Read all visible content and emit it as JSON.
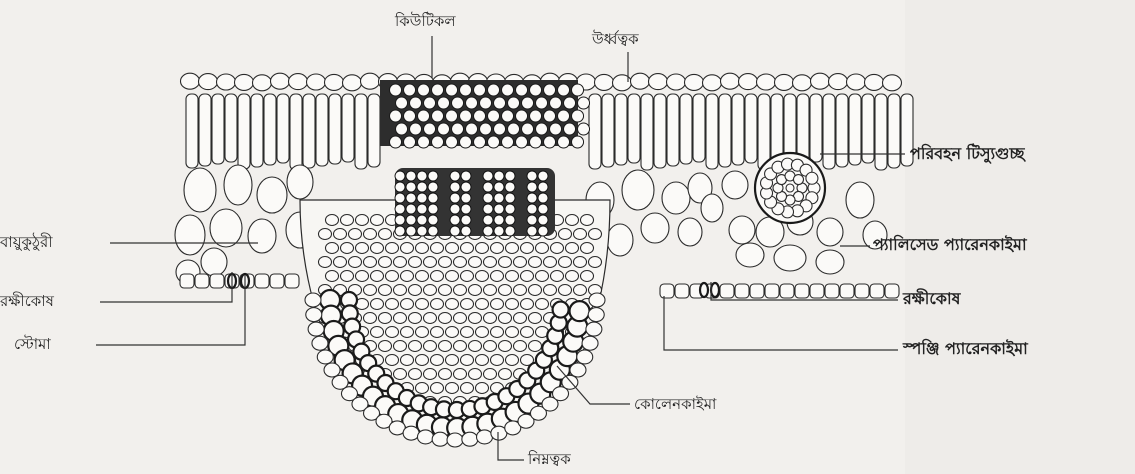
{
  "labels": {
    "cuticle": "কিউটিকল",
    "upper_epidermis": "উর্ধ্বত্বক",
    "vascular_bundle": "পরিবহন টিস্যুগুচ্ছ",
    "air_chamber": "বায়ুকুঠুরী",
    "guard_cell_left": "রক্ষীকোষ",
    "stoma": "স্টোমা",
    "palisade": "প্যালিসেড প্যারেনকাইমা",
    "guard_cell_right": "রক্ষীকোষ",
    "spongy": "স্পঞ্জি প্যারেনকাইমা",
    "collenchyma": "কোলেনকাইমা",
    "lower_epidermis": "নিম্নত্বক"
  }
}
